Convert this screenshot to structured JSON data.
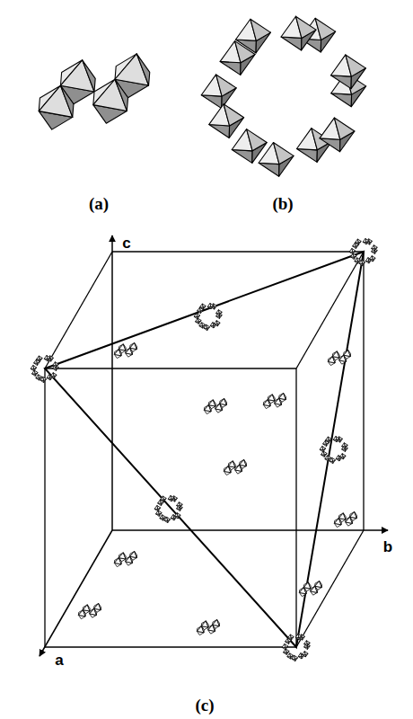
{
  "diagram": {
    "labels": [
      "(a)",
      "(b)",
      "c",
      "a",
      "b",
      "(c)"
    ]
  }
}
